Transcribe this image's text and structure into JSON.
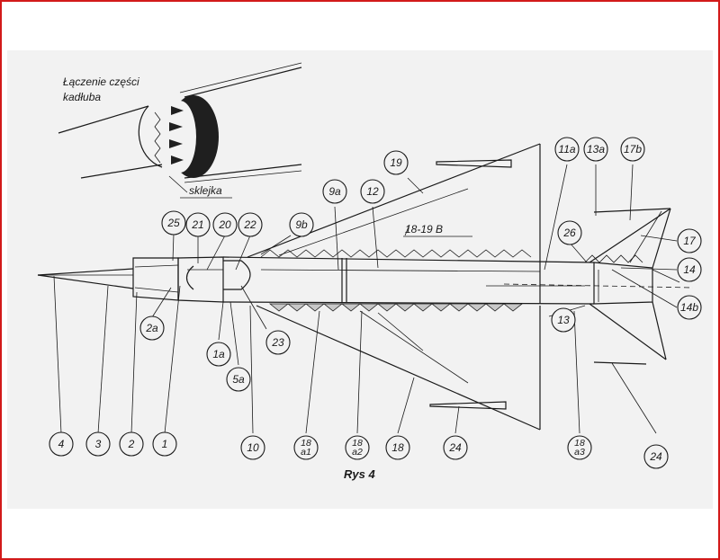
{
  "inset": {
    "title_line1": "Łączenie części",
    "title_line2": "kadłuba",
    "plywood_label": "sklejka"
  },
  "figure": {
    "caption": "Rys 4",
    "text_label": "18-19 B"
  },
  "parts": [
    {
      "id": "4",
      "lines": [
        "4"
      ]
    },
    {
      "id": "3",
      "lines": [
        "3"
      ]
    },
    {
      "id": "2",
      "lines": [
        "2"
      ]
    },
    {
      "id": "1",
      "lines": [
        "1"
      ]
    },
    {
      "id": "2a",
      "lines": [
        "2a"
      ]
    },
    {
      "id": "25",
      "lines": [
        "25"
      ]
    },
    {
      "id": "21",
      "lines": [
        "21"
      ]
    },
    {
      "id": "20",
      "lines": [
        "20"
      ]
    },
    {
      "id": "22",
      "lines": [
        "22"
      ]
    },
    {
      "id": "9b",
      "lines": [
        "9b"
      ]
    },
    {
      "id": "9a",
      "lines": [
        "9a"
      ]
    },
    {
      "id": "12",
      "lines": [
        "12"
      ]
    },
    {
      "id": "19",
      "lines": [
        "19"
      ]
    },
    {
      "id": "11a",
      "lines": [
        "11a"
      ]
    },
    {
      "id": "13a",
      "lines": [
        "13a"
      ]
    },
    {
      "id": "17b",
      "lines": [
        "17b"
      ]
    },
    {
      "id": "17",
      "lines": [
        "17"
      ]
    },
    {
      "id": "26",
      "lines": [
        "26"
      ]
    },
    {
      "id": "14",
      "lines": [
        "14"
      ]
    },
    {
      "id": "14b",
      "lines": [
        "14b"
      ]
    },
    {
      "id": "13",
      "lines": [
        "13"
      ]
    },
    {
      "id": "1a",
      "lines": [
        "1a"
      ]
    },
    {
      "id": "5a",
      "lines": [
        "5a"
      ]
    },
    {
      "id": "23",
      "lines": [
        "23"
      ]
    },
    {
      "id": "10",
      "lines": [
        "10"
      ]
    },
    {
      "id": "18a1",
      "lines": [
        "18",
        "a1"
      ]
    },
    {
      "id": "18a2",
      "lines": [
        "18",
        "a2"
      ]
    },
    {
      "id": "18",
      "lines": [
        "18"
      ]
    },
    {
      "id": "24L",
      "lines": [
        "24"
      ]
    },
    {
      "id": "18a3",
      "lines": [
        "18",
        "a3"
      ]
    },
    {
      "id": "24R",
      "lines": [
        "24"
      ]
    }
  ]
}
